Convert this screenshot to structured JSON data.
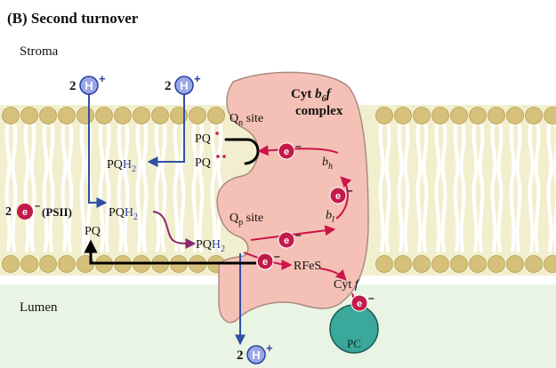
{
  "title": "(B)   Second turnover",
  "regions": {
    "stroma": "Stroma",
    "lumen": "Lumen"
  },
  "protons": {
    "top_left": {
      "count": "2",
      "symbol": "H",
      "charge": "+"
    },
    "top_mid": {
      "count": "2",
      "symbol": "H",
      "charge": "+"
    },
    "bottom": {
      "count": "2",
      "symbol": "H",
      "charge": "+"
    }
  },
  "complex": {
    "line1_prefix": "Cyt ",
    "line1_b": "b",
    "line1_sub": "6",
    "line1_f": "f",
    "line2": "complex"
  },
  "sites": {
    "qn": {
      "prefix": "Q",
      "sub": "n",
      "suffix": " site"
    },
    "qp": {
      "prefix": "Q",
      "sub": "p",
      "suffix": " site"
    }
  },
  "molecules": {
    "pq_dot_top": "PQ",
    "pq_dot_bottom": "PQ",
    "pqh2_left": {
      "base": "PQ",
      "h": "H",
      "sub": "2"
    },
    "pqh2_mid": {
      "base": "PQ",
      "h": "H",
      "sub": "2"
    },
    "pqh2_qp": {
      "base": "PQ",
      "h": "H",
      "sub": "2"
    },
    "pq_low": "PQ"
  },
  "electron_input": {
    "count": "2",
    "symbol": "e",
    "charge": "–",
    "source": "(PSII)"
  },
  "electron": {
    "symbol": "e",
    "charge": "–"
  },
  "carriers": {
    "bh": {
      "base": "b",
      "sub": "h"
    },
    "bl": {
      "base": "b",
      "sub": "l"
    },
    "rfes": "RFeS",
    "cytf_prefix": "Cyt ",
    "cytf_f": "f"
  },
  "pc": "PC",
  "colors": {
    "membrane_band": "#f2efcf",
    "head": "#d6c17c",
    "tail": "#ffffff",
    "complex_fill": "#f5c1b6",
    "complex_stroke": "#aa8a84",
    "arrow_red": "#cc1448",
    "arrow_blue": "#2d4fa8",
    "arrow_purple": "#8a2a72",
    "electron_fill": "#c21a4a",
    "proton_fill": "#9aa6e6",
    "lumen_bg": "#eaf4e4",
    "pc_fill": "#3aa89a"
  }
}
